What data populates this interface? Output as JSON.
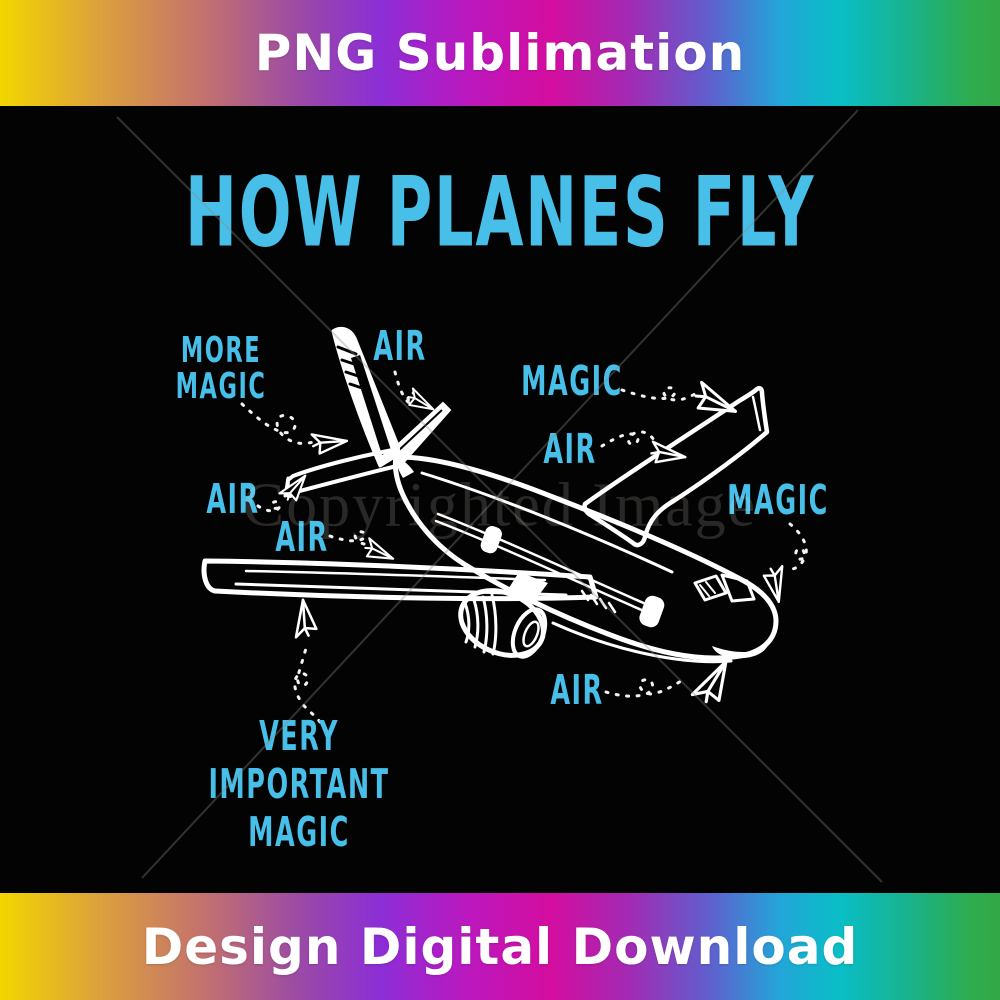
{
  "banner_top": {
    "label": "PNG Sublimation"
  },
  "banner_bottom": {
    "label": "Design Digital Download"
  },
  "design": {
    "title": "HOW PLANES FLY",
    "annotations": {
      "more_magic": [
        "MORE",
        "MAGIC"
      ],
      "air_top": "AIR",
      "magic_mid": "MAGIC",
      "air_mid": "AIR",
      "magic_right": "MAGIC",
      "air_left_upper": "AIR",
      "air_left_lower": "AIR",
      "air_bottom": "AIR",
      "very_important_magic": [
        "VERY",
        "IMPORTANT",
        "MAGIC"
      ]
    },
    "watermark": "Copyrighted Image",
    "colors": {
      "label_blue": "#47BFE8",
      "line_art_white": "#FFFFFF",
      "background_black": "#030303",
      "banner_text": "#FFFFFF",
      "banner_gradient": [
        "#F2D600",
        "#DCA03C",
        "#C4736C",
        "#9B4AA6",
        "#8C2ED6",
        "#BC18BE",
        "#D40D9F",
        "#A22BB4",
        "#5F60CE",
        "#22A6D8",
        "#0ABEC6",
        "#16B494",
        "#2EAC50",
        "#32A845"
      ]
    }
  }
}
